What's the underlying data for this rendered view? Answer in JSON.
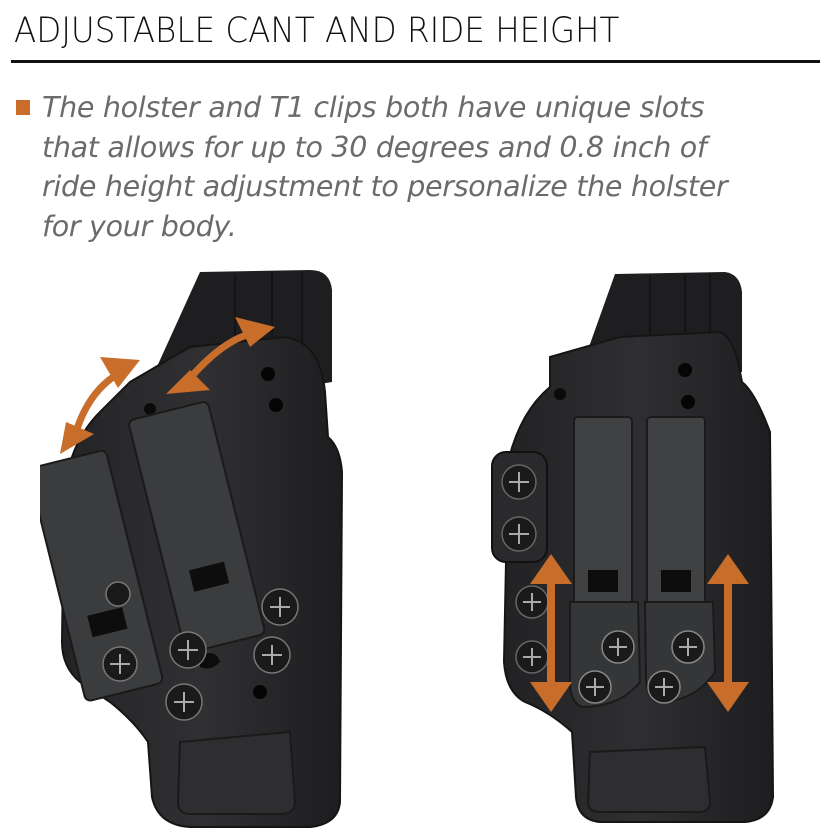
{
  "header": {
    "title": "ADJUSTABLE CANT AND RIDE HEIGHT"
  },
  "feature": {
    "bullet_color": "#c96d2b",
    "lines": [
      "The holster and T1 clips both have unique slots",
      "that allows for up to 30 degrees and 0.8 inch of",
      "ride height adjustment to personalize the holster",
      "for your body."
    ],
    "cant_degrees": "30 degrees",
    "ride_height": "0.8 inch"
  },
  "figures": {
    "left": {
      "label": "holster with angled clips",
      "annotation": "cant adjustment arrows"
    },
    "right": {
      "label": "holster with vertical clips",
      "annotation": "ride height adjustment arrows"
    }
  },
  "colors": {
    "accent": "#c96d2b",
    "holster": "#2b2b2d",
    "holster_edge": "#1a1a1b",
    "clip": "#3e3f41",
    "text_title": "#111111",
    "text_body": "#6b6b6b"
  }
}
